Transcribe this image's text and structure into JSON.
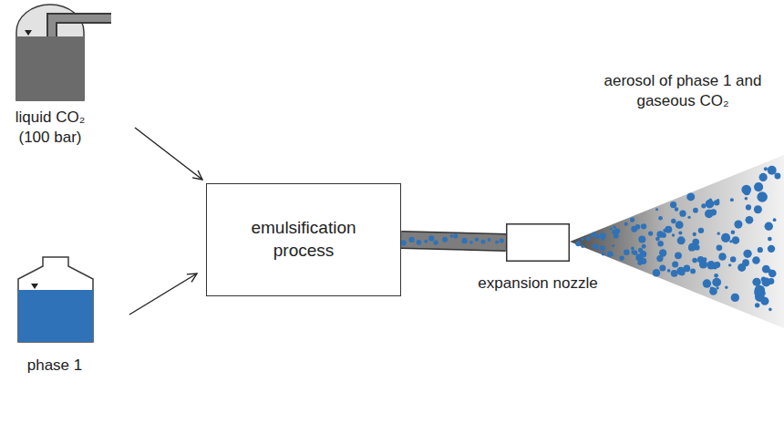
{
  "diagram": {
    "nodes": [
      {
        "text": [
          "liquid CO₂ (100 bar)"
        ]
      },
      {
        "text": [
          "phase 1"
        ]
      },
      {
        "text": [
          "emulsification process"
        ]
      },
      {
        "text": [
          "expansion nozzle"
        ]
      },
      {
        "text": [
          "aerosol of phase 1 and gaseous CO₂"
        ]
      }
    ],
    "edges": [
      {
        "from": 0,
        "to": 2,
        "arrow": "to"
      },
      {
        "from": 1,
        "to": 2,
        "arrow": "to"
      },
      {
        "from": 2,
        "to": 3,
        "arrow": "none"
      }
    ]
  }
}
